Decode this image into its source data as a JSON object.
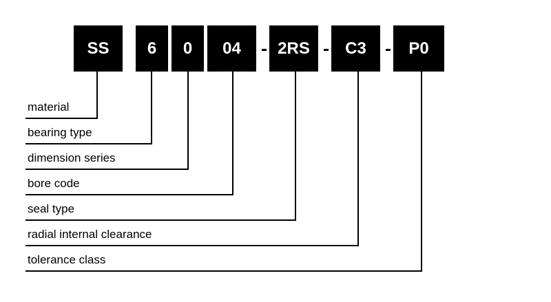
{
  "designation": {
    "segments": [
      {
        "code": "SS",
        "label": "material"
      },
      {
        "code": "6",
        "label": "bearing type"
      },
      {
        "code": "0",
        "label": "dimension series"
      },
      {
        "code": "04",
        "label": "bore code"
      },
      {
        "code": "2RS",
        "label": "seal type"
      },
      {
        "code": "C3",
        "label": "radial internal clearance"
      },
      {
        "code": "P0",
        "label": "tolerance class"
      }
    ],
    "box_color": "#000000",
    "box_text_color": "#ffffff",
    "line_color": "#000000"
  }
}
